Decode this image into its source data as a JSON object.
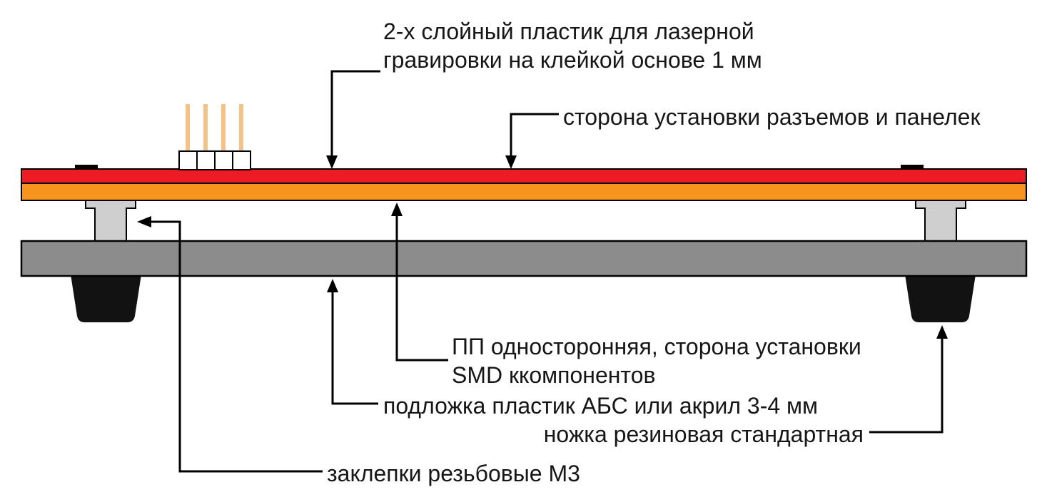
{
  "labels": {
    "engraving_plastic": {
      "line1": "2-х слойный пластик для лазерной",
      "line2": "гравировки на клейкой основе 1 мм"
    },
    "connector_side": "сторона установки разъемов и панелек",
    "pcb": {
      "line1": "ПП односторонняя, сторона установки",
      "line2": "SMD ккомпонентов"
    },
    "substrate": "подложка пластик АБС или акрил 3-4 мм",
    "rubber_foot": "ножка резиновая стандартная",
    "rivets": "заклепки резьбовые М3"
  },
  "colors": {
    "engraving_layer": "#EC1C24",
    "pcb_layer": "#F7941E",
    "substrate": "#8C8C8C",
    "rivet": "#CFCFCF",
    "foot": "#121212",
    "pin": "#F2C287",
    "pin_block": "#FFFFFF",
    "line": "#000000"
  }
}
